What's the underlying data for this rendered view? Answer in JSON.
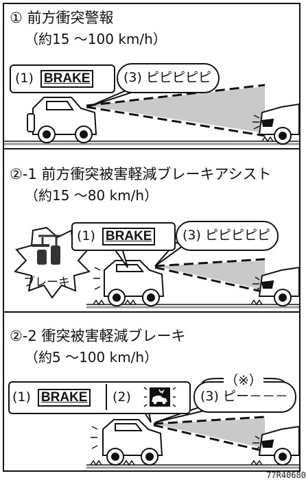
{
  "sections": [
    {
      "title": "① 前方衝突警報",
      "speed": "（約15 ～100 km/h）",
      "alert1_prefix": "(1)",
      "brake_text": "BRAKE",
      "alert3_prefix": "(3)",
      "sound_text": "ピピピピピ"
    },
    {
      "title": "②-1 前方衝突被害軽減ブレーキアシスト",
      "speed": "（約15 ～80 km/h）",
      "alert1_prefix": "(1)",
      "brake_text": "BRAKE",
      "alert3_prefix": "(3)",
      "sound_text": "ピピピピピ",
      "burst_text": "ブレーキ"
    },
    {
      "title": "②-2 衝突被害軽減ブレーキ",
      "speed": "（約5 ～100 km/h）",
      "alert1_prefix": "(1)",
      "brake_text": "BRAKE",
      "alert2_prefix": "(2)",
      "alert3_prefix": "(3)",
      "sound_text": "ピー－－－",
      "note": "（※）"
    }
  ],
  "figure_code": "77R40680"
}
